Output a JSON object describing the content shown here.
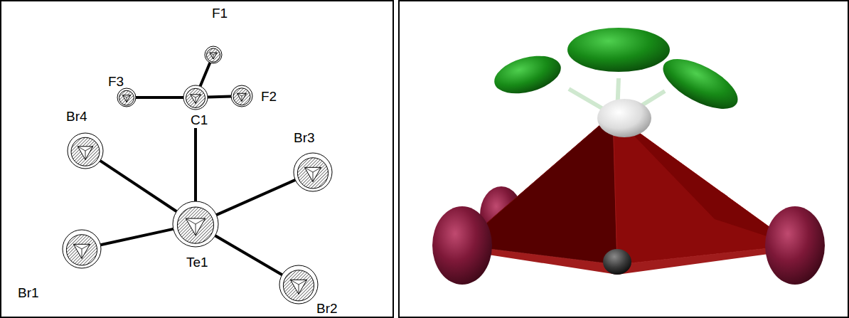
{
  "diagram": {
    "labels": [
      "F1",
      "F3",
      "F2",
      "C1",
      "Br4",
      "Br3",
      "Te1",
      "Br1",
      "Br2"
    ]
  }
}
